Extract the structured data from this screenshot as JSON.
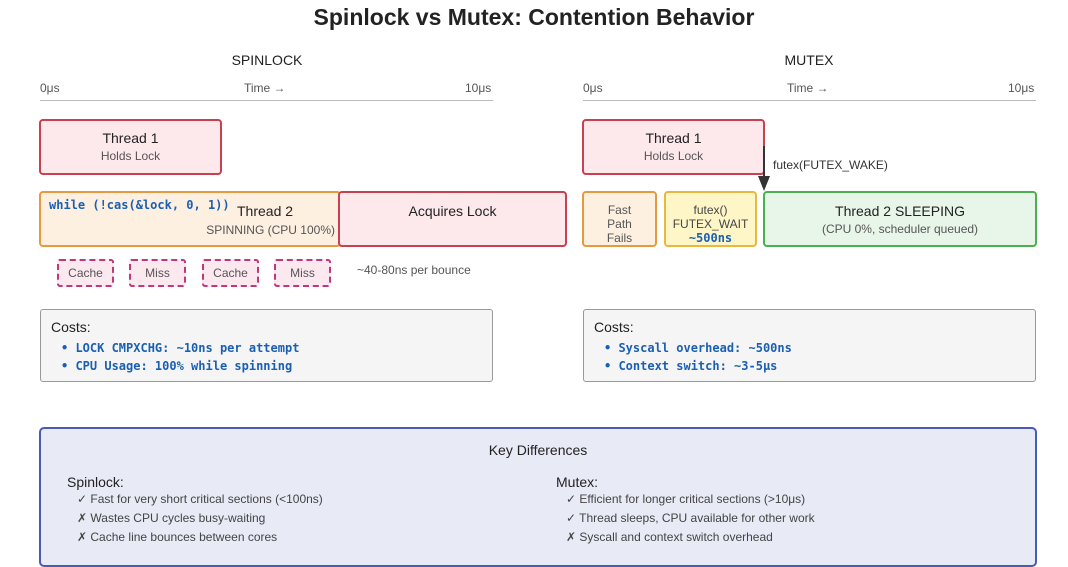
{
  "title": "Spinlock vs Mutex: Contention Behavior",
  "spinlock": {
    "heading": "SPINLOCK",
    "axis": {
      "start": "0μs",
      "label": "Time →",
      "end": "10μs"
    },
    "thread1": {
      "title": "Thread 1",
      "sub": "Holds Lock"
    },
    "thread2": {
      "code": "while (!cas(&lock, 0, 1))",
      "title": "Thread 2",
      "sub": "SPINNING (CPU 100%)"
    },
    "acquire": "Acquires Lock",
    "cache_boxes": [
      "Cache",
      "Miss",
      "Cache",
      "Miss"
    ],
    "bounce_note": "~40-80ns per bounce",
    "costs": {
      "heading": "Costs:",
      "items": [
        "LOCK CMPXCHG: ~10ns per attempt",
        "CPU Usage: 100% while spinning"
      ]
    }
  },
  "mutex": {
    "heading": "MUTEX",
    "axis": {
      "start": "0μs",
      "label": "Time →",
      "end": "10μs"
    },
    "thread1": {
      "title": "Thread 1",
      "sub": "Holds Lock"
    },
    "wake_label": "futex(FUTEX_WAKE)",
    "fast_path": [
      "Fast",
      "Path",
      "Fails"
    ],
    "futex_wait": {
      "line1": "futex()",
      "line2": "FUTEX_WAIT",
      "cost": "~500ns"
    },
    "sleeping": {
      "title": "Thread 2 SLEEPING",
      "sub": "(CPU 0%, scheduler queued)"
    },
    "costs": {
      "heading": "Costs:",
      "items": [
        "Syscall overhead: ~500ns",
        "Context switch: ~3-5μs"
      ]
    }
  },
  "key_differences": {
    "heading": "Key Differences",
    "spinlock": {
      "heading": "Spinlock:",
      "items": [
        "✓ Fast for very short critical sections (<100ns)",
        "✗ Wastes CPU cycles busy-waiting",
        "✗ Cache line bounces between cores"
      ]
    },
    "mutex": {
      "heading": "Mutex:",
      "items": [
        "✓ Efficient for longer critical sections (>10μs)",
        "✓ Thread sleeps, CPU available for other work",
        "✗ Syscall and context switch overhead"
      ]
    }
  },
  "colors": {
    "hold": "#fde8ec",
    "spin": "#fdf0e0",
    "wait": "#fff6c8",
    "sleep": "#e8f5e9",
    "key_border": "#4a5ab8",
    "code": "#1a5fb4"
  }
}
